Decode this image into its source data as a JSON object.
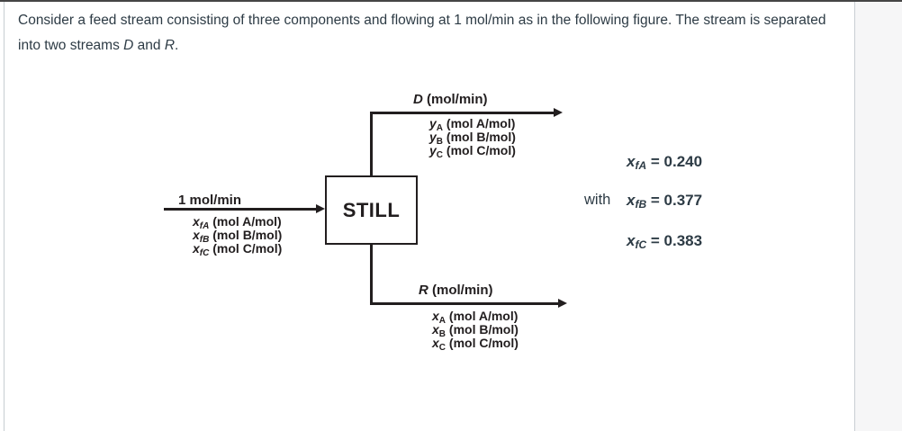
{
  "intro": {
    "part1": "Consider a feed stream consisting of three components and flowing at 1 mol/min as in the following figure. The stream is separated into two streams ",
    "stream_d": "D",
    "joiner": " and ",
    "stream_r": "R",
    "period": "."
  },
  "diagram": {
    "still_label": "STILL",
    "feed": {
      "rate_label": "1 mol/min",
      "components": [
        {
          "var": "x",
          "sub": "fA",
          "desc": " (mol A/mol)"
        },
        {
          "var": "x",
          "sub": "fB",
          "desc": " (mol B/mol)"
        },
        {
          "var": "x",
          "sub": "fC",
          "desc": " (mol C/mol)"
        }
      ]
    },
    "distillate": {
      "name": "D",
      "unit": " (mol/min)",
      "components": [
        {
          "var": "y",
          "sub": "A",
          "desc": " (mol A/mol)"
        },
        {
          "var": "y",
          "sub": "B",
          "desc": " (mol B/mol)"
        },
        {
          "var": "y",
          "sub": "C",
          "desc": " (mol C/mol)"
        }
      ]
    },
    "residue": {
      "name": "R",
      "unit": " (mol/min)",
      "components": [
        {
          "var": "x",
          "sub": "A",
          "desc": " (mol A/mol)"
        },
        {
          "var": "x",
          "sub": "B",
          "desc": " (mol B/mol)"
        },
        {
          "var": "x",
          "sub": "C",
          "desc": " (mol C/mol)"
        }
      ]
    }
  },
  "conditions": {
    "with_label": "with",
    "values": [
      {
        "var": "x",
        "sub": "fA",
        "eq": " = 0.240"
      },
      {
        "var": "x",
        "sub": "fB",
        "eq": " = 0.377"
      },
      {
        "var": "x",
        "sub": "fC",
        "eq": " = 0.383"
      }
    ]
  },
  "colors": {
    "text": "#2d3b45",
    "diagram_ink": "#221e1f",
    "panel_bg": "#f6f6f7",
    "border": "#c7cdd1"
  }
}
